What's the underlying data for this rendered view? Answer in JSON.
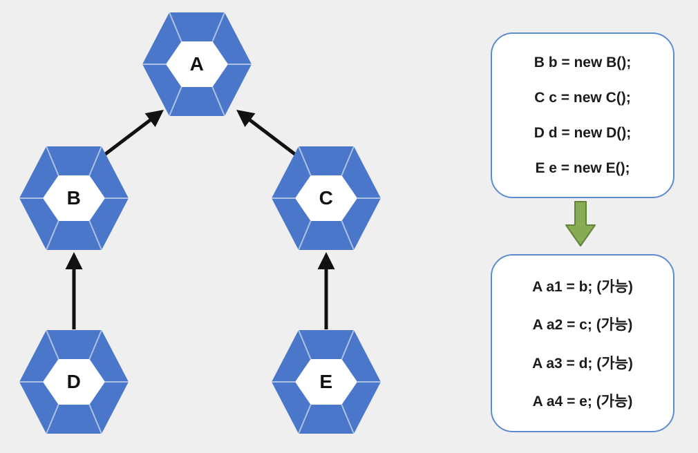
{
  "page": {
    "background_color": "#efefef"
  },
  "diagram": {
    "nodes": [
      {
        "id": "A",
        "label": "A"
      },
      {
        "id": "B",
        "label": "B"
      },
      {
        "id": "C",
        "label": "C"
      },
      {
        "id": "D",
        "label": "D"
      },
      {
        "id": "E",
        "label": "E"
      }
    ],
    "edges": [
      {
        "from": "B",
        "to": "A"
      },
      {
        "from": "C",
        "to": "A"
      },
      {
        "from": "D",
        "to": "B"
      },
      {
        "from": "E",
        "to": "C"
      }
    ],
    "hexagon_color": "#4a77c9",
    "edge_arrow_color": "#111111"
  },
  "boxes": {
    "top": {
      "lines": [
        "B b = new B();",
        "C c = new C();",
        "D d = new D();",
        "E e = new E();"
      ]
    },
    "bottom": {
      "lines": [
        "A a1 = b; (가능)",
        "A a2 = c; (가능)",
        "A a3 = d; (가능)",
        "A a4 = e; (가능)"
      ]
    },
    "border_color": "#5b8bd0"
  },
  "transition_arrow": {
    "direction": "down",
    "fill_color": "#85ab53",
    "stroke_color": "#63823c"
  }
}
